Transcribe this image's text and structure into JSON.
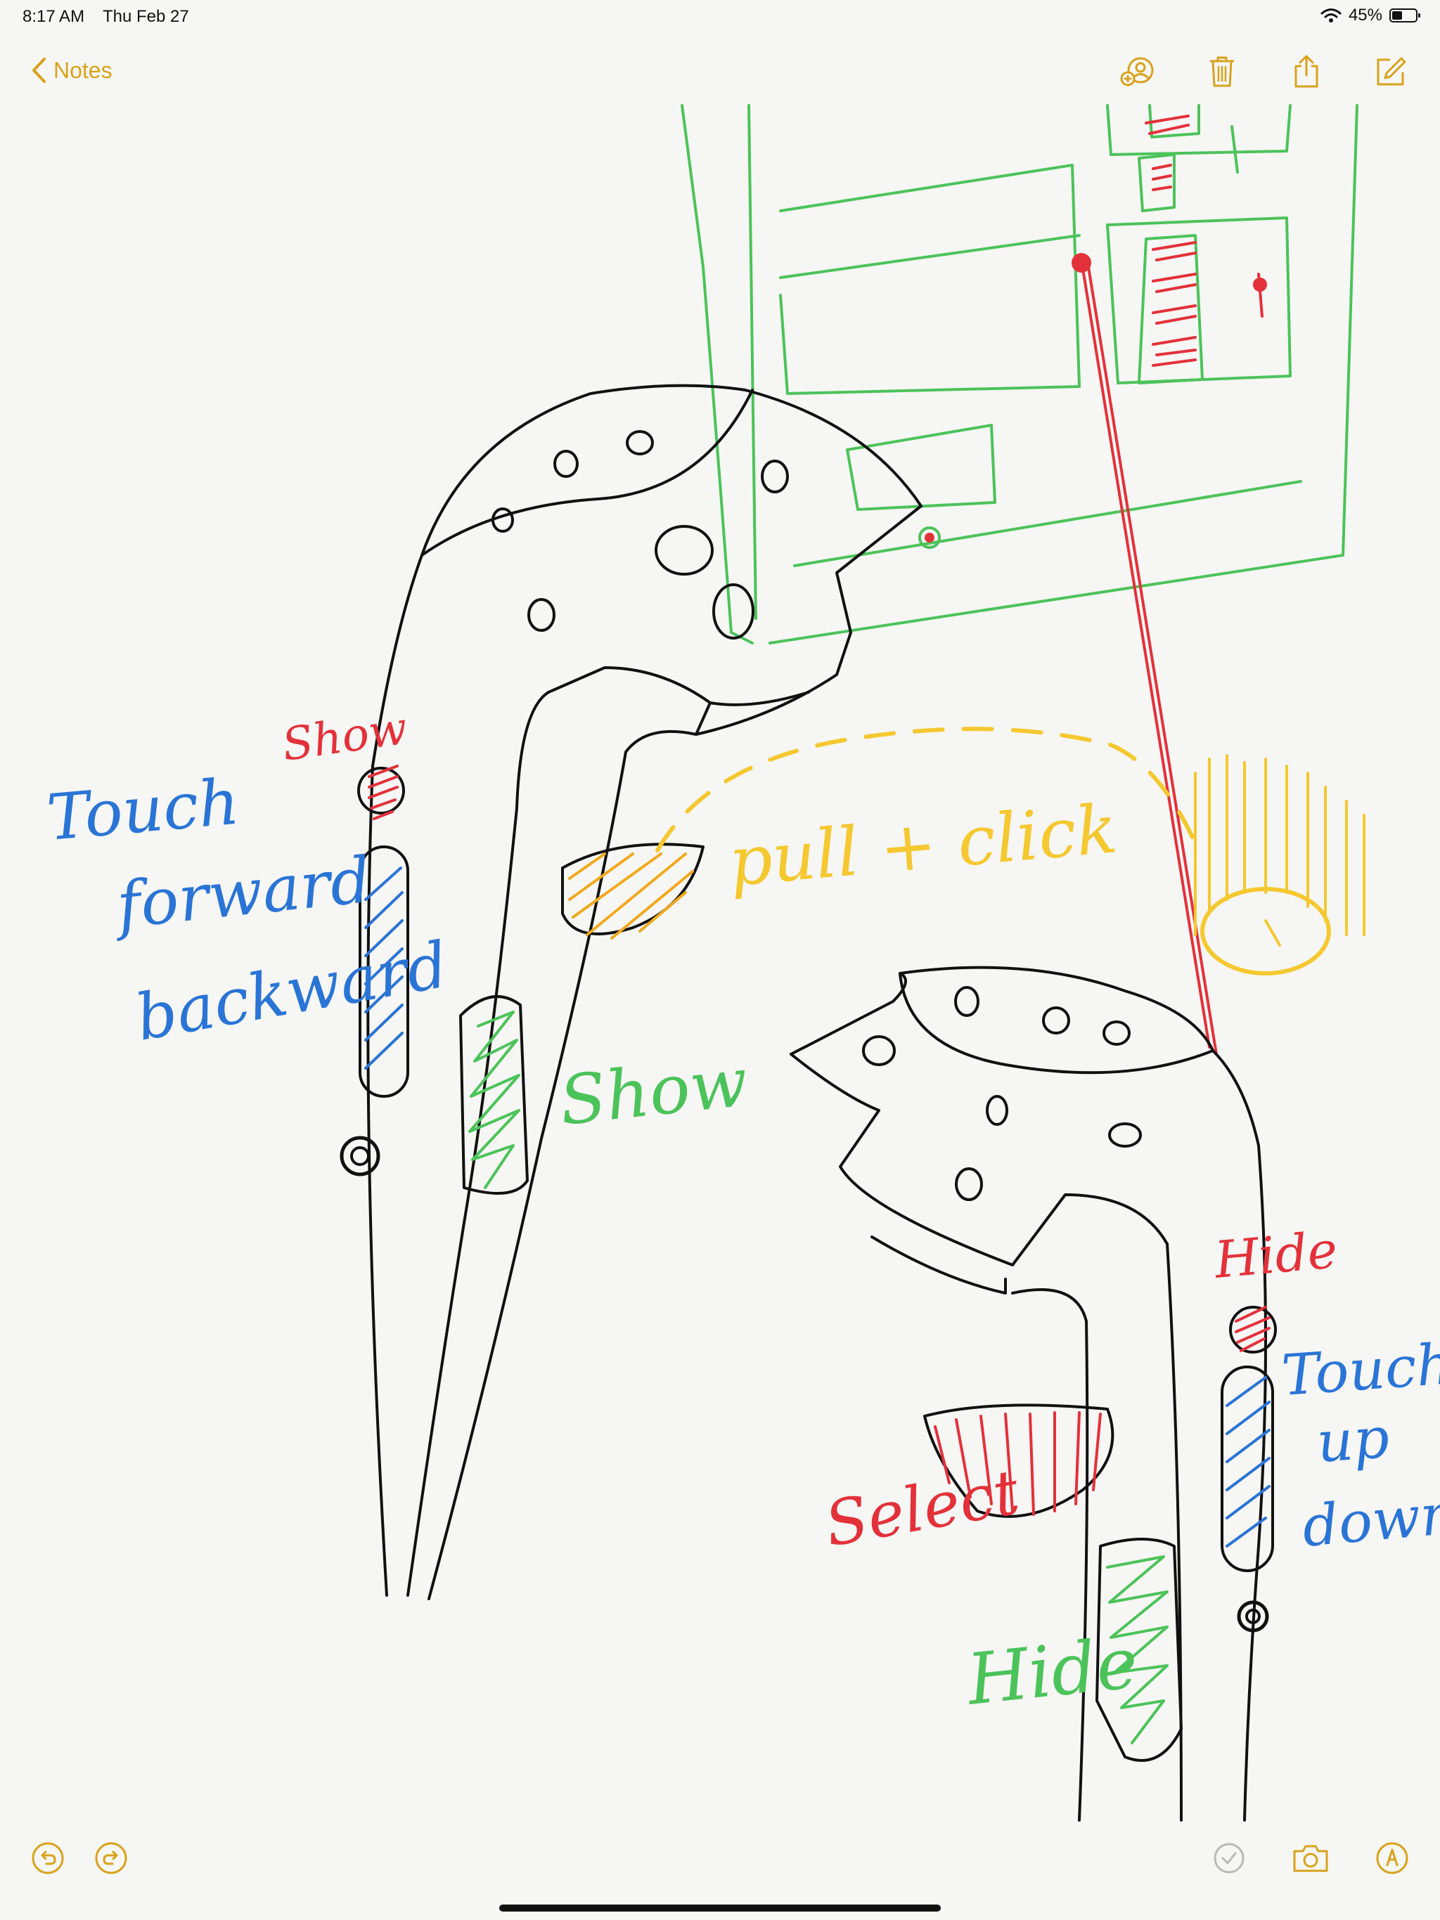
{
  "status_bar": {
    "time": "8:17 AM",
    "date": "Thu Feb 27",
    "battery": "45%",
    "battery_level": 0.45,
    "wifi_icon": "wifi-icon"
  },
  "nav": {
    "back_label": "Notes",
    "accent_color": "#d8a21b",
    "icons": [
      "share-person-icon",
      "trash-icon",
      "share-icon",
      "compose-icon"
    ]
  },
  "sketch": {
    "labels": {
      "show_top": "Show",
      "touch_forward_backward": [
        "Touch",
        "forward",
        "backward"
      ],
      "pull_click": "pull + click",
      "show_green": "Show",
      "hide_red": "Hide",
      "touch_up_down": [
        "Touch",
        "up",
        "down"
      ],
      "select": "Select",
      "hide_green": "Hide"
    },
    "colors": {
      "ink": "#111111",
      "green": "#4cc35a",
      "red": "#e3313a",
      "blue": "#2a74d6",
      "yellow": "#f5c830"
    }
  },
  "bottom_bar": {
    "icons": [
      "undo-icon",
      "redo-icon",
      "checklist-icon",
      "camera-icon",
      "markup-icon"
    ]
  }
}
